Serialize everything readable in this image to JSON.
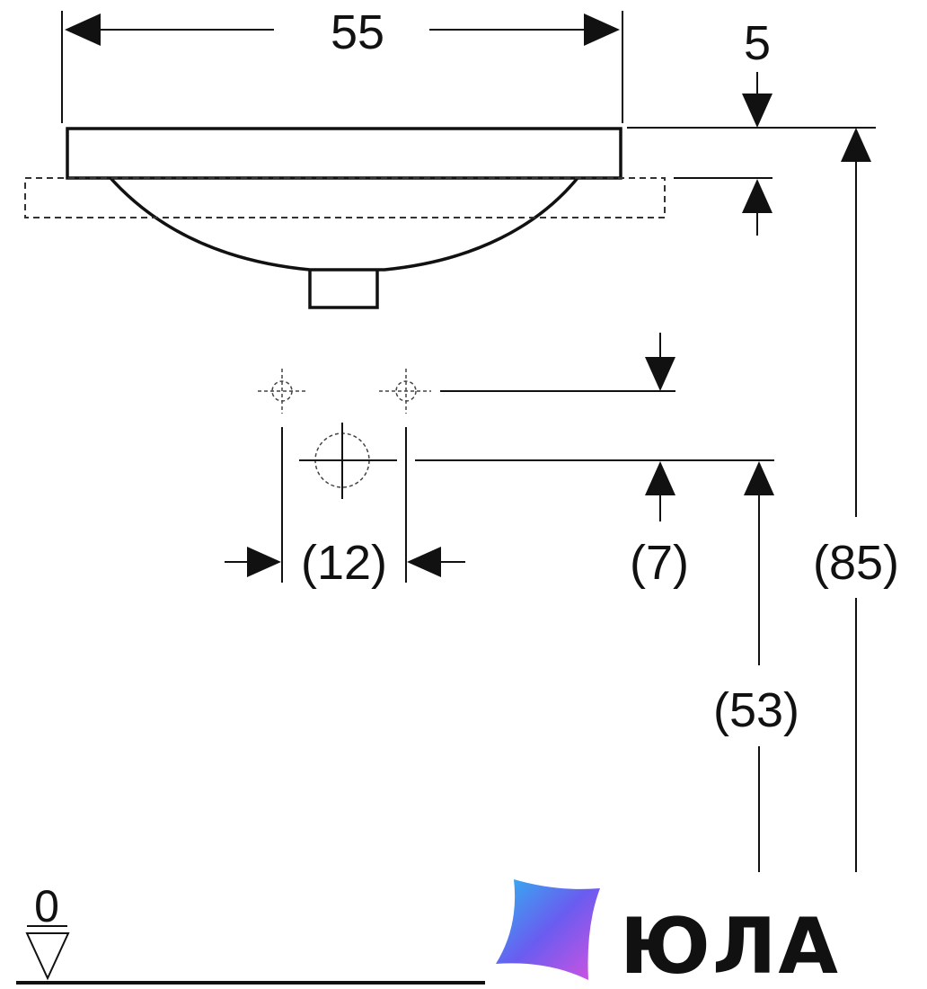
{
  "dimensions": {
    "width_top": "55",
    "rim_thickness": "5",
    "tap_spacing": "(12)",
    "tap_offset": "(7)",
    "height_tap": "(53)",
    "height_total": "(85)"
  },
  "floor_level": "0",
  "logo": {
    "text": "ЮЛА",
    "colors": [
      "#2fb4f0",
      "#6a5cf0",
      "#d452e0"
    ]
  },
  "colors": {
    "line": "#111111",
    "background": "#ffffff"
  }
}
